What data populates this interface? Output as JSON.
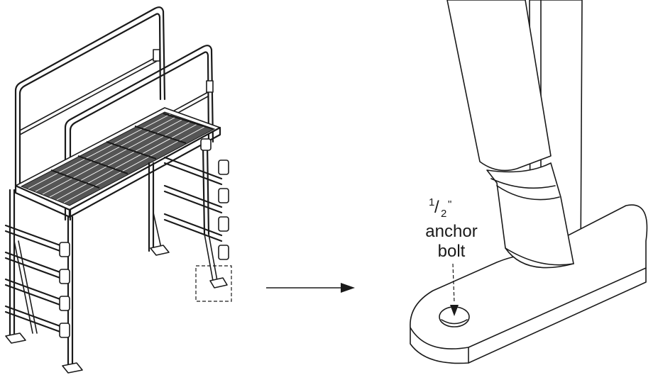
{
  "annotation": {
    "size_numerator": "1",
    "size_slash": "/",
    "size_denominator": "2",
    "size_unit": "\"",
    "line1": "anchor",
    "line2": "bolt"
  }
}
